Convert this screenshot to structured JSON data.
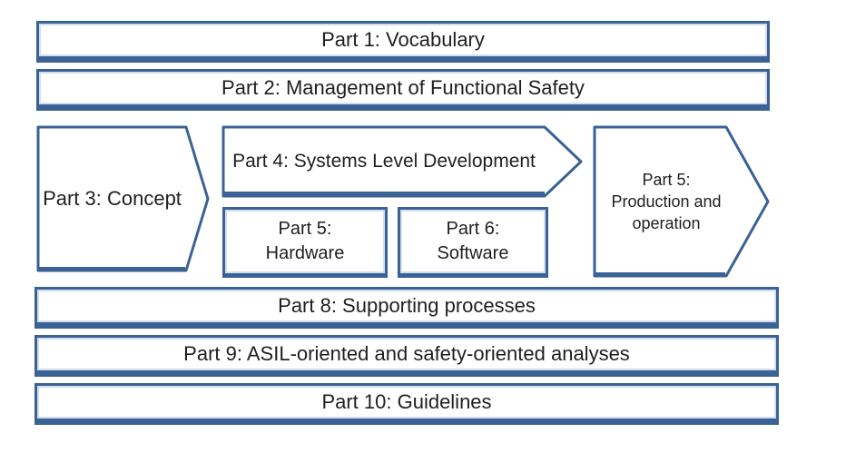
{
  "diagram": {
    "colors": {
      "border": "#3a6294",
      "border_inner_highlight": "#d3deed",
      "text": "#1f1f1f",
      "background": "#ffffff"
    },
    "bars": [
      {
        "id": "part1",
        "label": "Part 1: Vocabulary"
      },
      {
        "id": "part2",
        "label": "Part 2: Management of Functional Safety"
      },
      {
        "id": "part8",
        "label": "Part 8: Supporting processes"
      },
      {
        "id": "part9",
        "label": "Part 9: ASIL-oriented and safety-oriented analyses"
      },
      {
        "id": "part10",
        "label": "Part 10: Guidelines"
      }
    ],
    "shapes": {
      "concept": {
        "label": "Part 3: Concept"
      },
      "system": {
        "label": "Part 4: Systems Level Development"
      },
      "hardware": {
        "line1": "Part 5:",
        "line2": "Hardware"
      },
      "software": {
        "line1": "Part 6:",
        "line2": "Software"
      },
      "production": {
        "line1": "Part 5:",
        "line2": "Production and",
        "line3": "operation"
      }
    }
  }
}
